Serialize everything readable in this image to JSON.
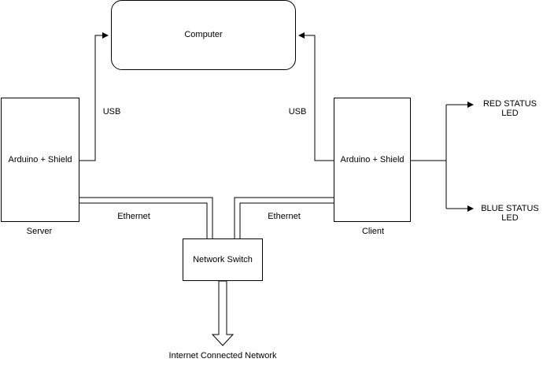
{
  "nodes": {
    "computer": "Computer",
    "server_board": "Arduino + Shield",
    "client_board": "Arduino + Shield",
    "network_switch": "Network Switch"
  },
  "labels": {
    "server_caption": "Server",
    "client_caption": "Client",
    "usb_left": "USB",
    "usb_right": "USB",
    "ethernet_left": "Ethernet",
    "ethernet_right": "Ethernet",
    "red_led": "RED STATUS\nLED",
    "blue_led": "BLUE STATUS\nLED",
    "internet": "Internet Connected Network"
  }
}
